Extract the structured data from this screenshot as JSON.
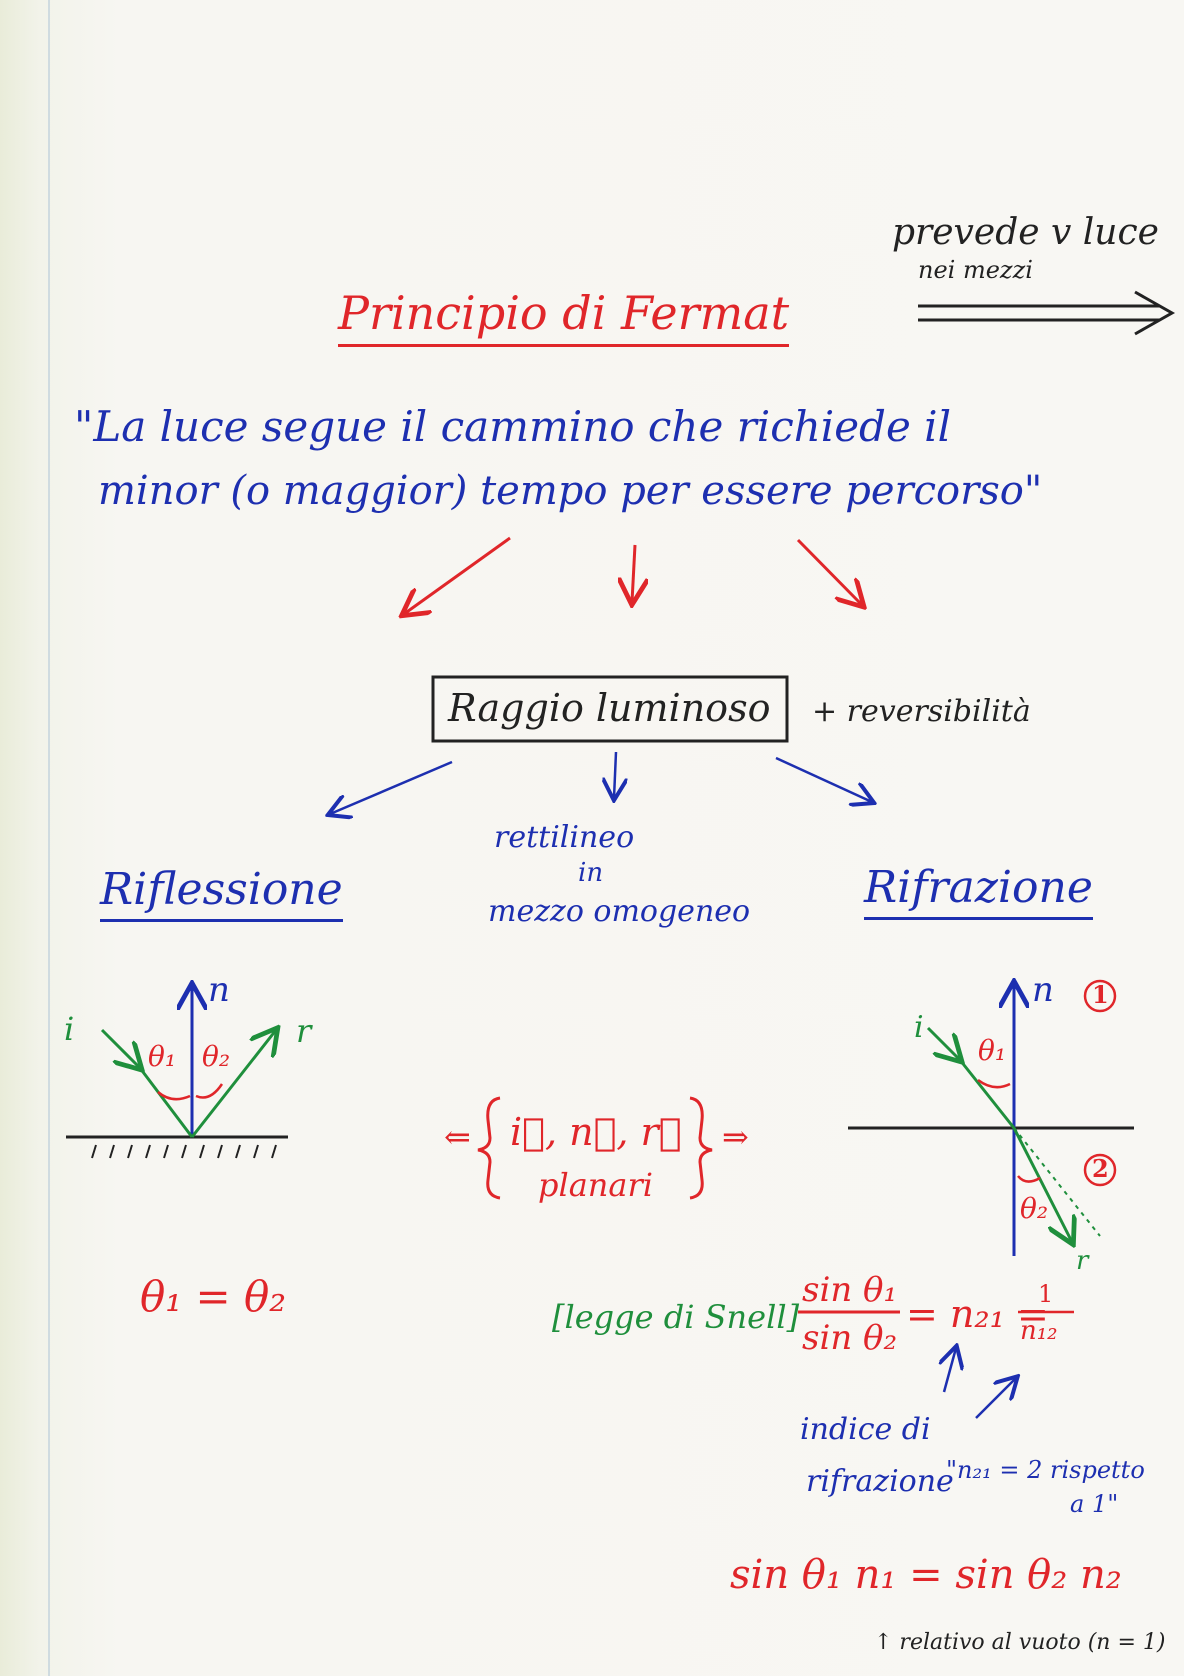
{
  "title": "Principio di Fermat",
  "side_note": {
    "line1": "prevede v luce",
    "line2": "nei mezzi"
  },
  "quote": {
    "line1": "\"La luce segue il cammino che richiede il",
    "line2": "minor (o maggior) tempo per essere percorso\""
  },
  "center": {
    "box_label": "Raggio luminoso",
    "extra": "+ reversibilità"
  },
  "middle_branch": {
    "line1": "rettilineo",
    "line2": "in",
    "line3": "mezzo omogeneo"
  },
  "reflection": {
    "heading": "Riflessione",
    "label_i": "i",
    "label_n": "n",
    "label_r": "r",
    "theta1": "θ₁",
    "theta2": "θ₂",
    "equation": "θ₁ = θ₂"
  },
  "refraction": {
    "heading": "Rifrazione",
    "label_i": "i",
    "label_n": "n",
    "label_r": "r",
    "theta1": "θ₁",
    "theta2": "θ₂",
    "medium1": "1",
    "medium2": "2"
  },
  "coplanar": {
    "vectors": "i⃗, n⃗, r⃗",
    "word": "planari",
    "left_arrow": "⇐",
    "right_arrow": "⇒"
  },
  "snell": {
    "label": "[legge di Snell]",
    "numerator": "sin θ₁",
    "denominator": "sin θ₂",
    "rhs": "= n₂₁ =",
    "frac_num": "1",
    "frac_den": "n₁₂"
  },
  "index_note": {
    "line1": "indice di",
    "line2": "rifrazione",
    "line3": "\"n₂₁ = 2 rispetto",
    "line4": "a 1\""
  },
  "bottom_equation": "sin θ₁ n₁ = sin θ₂ n₂",
  "bottom_note": "↑ relativo al vuoto (n = 1)",
  "colors": {
    "red": "#e0262a",
    "blue": "#1d2fb0",
    "green": "#1f8f3c",
    "black": "#222222"
  }
}
